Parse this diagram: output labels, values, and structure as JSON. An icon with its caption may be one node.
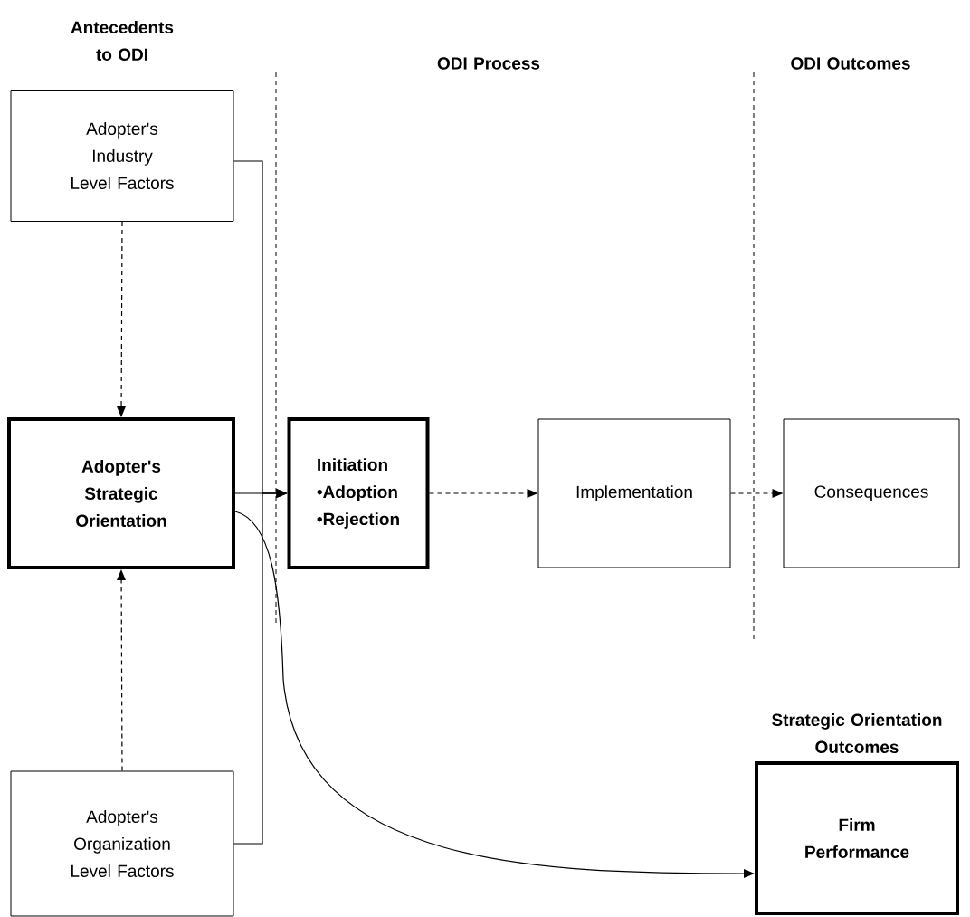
{
  "diagram": {
    "nodes": [
      {
        "text": [
          "Adopter's Industry Level Factors"
        ]
      },
      {
        "text": [
          "Adopter's Strategic Orientation"
        ]
      },
      {
        "text": [
          "Initiation",
          "•Adoption",
          "•Rejection"
        ]
      },
      {
        "text": [
          "Implementation"
        ]
      },
      {
        "text": [
          "Consequences"
        ]
      },
      {
        "text": [
          "Adopter's Organization Level Factors"
        ]
      },
      {
        "text": [
          "Strategic Orientation Outcomes",
          "Firm Performance"
        ]
      }
    ],
    "edges": [
      {
        "from": 0,
        "to": 1,
        "arrow": "to",
        "style": "dashed"
      },
      {
        "from": 5,
        "to": 1,
        "arrow": "to",
        "style": "dashed"
      },
      {
        "from": 1,
        "to": 2,
        "arrow": "to"
      },
      {
        "from": 0,
        "to": 2,
        "arrow": "to"
      },
      {
        "from": 5,
        "to": 2,
        "arrow": "to"
      },
      {
        "from": 2,
        "to": 3,
        "arrow": "to",
        "style": "dashed"
      },
      {
        "from": 3,
        "to": 4,
        "arrow": "to",
        "style": "dashed"
      },
      {
        "from": 1,
        "to": 6,
        "arrow": "to"
      }
    ],
    "labels": [
      "Antecedents to ODI",
      "ODI Process",
      "ODI Outcomes"
    ]
  }
}
